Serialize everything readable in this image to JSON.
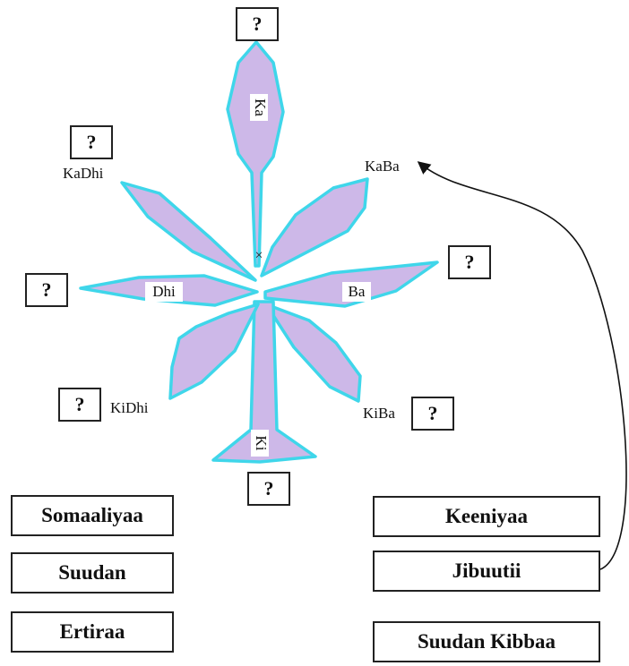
{
  "compass": {
    "question_mark": "?",
    "labels": {
      "ka": "Ka",
      "kaba": "KaBa",
      "ba": "Ba",
      "kiba": "KiBa",
      "ki": "Ki",
      "kidhi": "KiDhi",
      "dhi": "Dhi",
      "kadhi": "KaDhi"
    },
    "center_mark": "×"
  },
  "answers": {
    "left": [
      "Somaaliyaa",
      "Suudan",
      "Ertiraa"
    ],
    "right": [
      "Keeniyaa",
      "Jibuutii",
      "Suudan Kibbaa"
    ]
  },
  "colors": {
    "petal_fill": "#cdb8e8",
    "petal_stroke": "#3fd6ea",
    "box_border": "#222222",
    "arrow": "#111111"
  }
}
